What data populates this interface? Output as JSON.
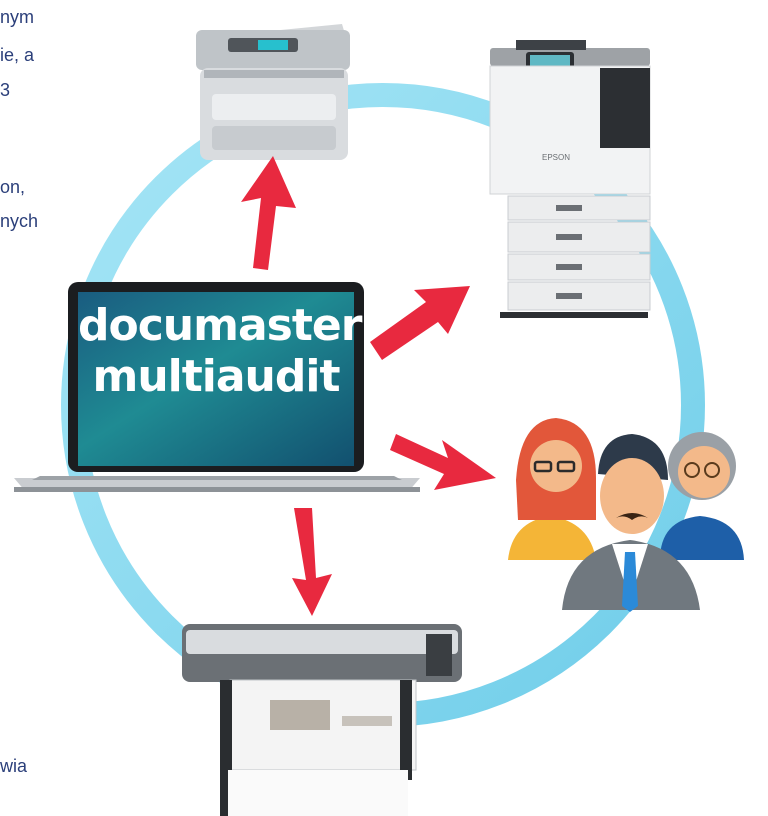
{
  "background_text": [
    "nym",
    "ie, a",
    "3",
    "on,",
    "nych",
    "wia"
  ],
  "laptop": {
    "line1": "documaster",
    "line2": "multiaudit"
  },
  "printer_brand": "EPSON",
  "colors": {
    "ring": "#8fd9ef",
    "arrow": "#e8293f",
    "screen": "#1d7f8c",
    "text": "#2b3f7a"
  },
  "icons": [
    "mfp-printer-icon",
    "office-copier-icon",
    "people-group-icon",
    "plotter-printer-icon",
    "laptop-icon"
  ]
}
